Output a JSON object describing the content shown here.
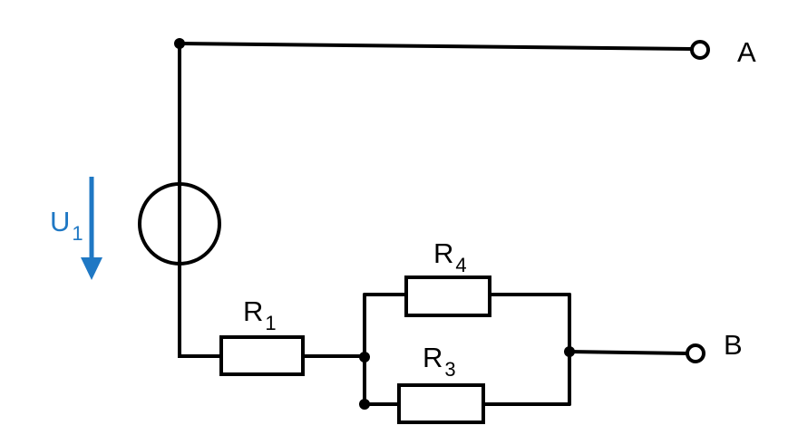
{
  "terminals": {
    "a": "A",
    "b": "B"
  },
  "source": {
    "label": "U",
    "subscript": "1",
    "arrow_color": "#1f78c4"
  },
  "resistors": {
    "r1": {
      "label": "R",
      "subscript": "1"
    },
    "r3": {
      "label": "R",
      "subscript": "3"
    },
    "r4": {
      "label": "R",
      "subscript": "4"
    }
  },
  "colors": {
    "wire": "#000000",
    "arrow": "#1f78c4"
  }
}
